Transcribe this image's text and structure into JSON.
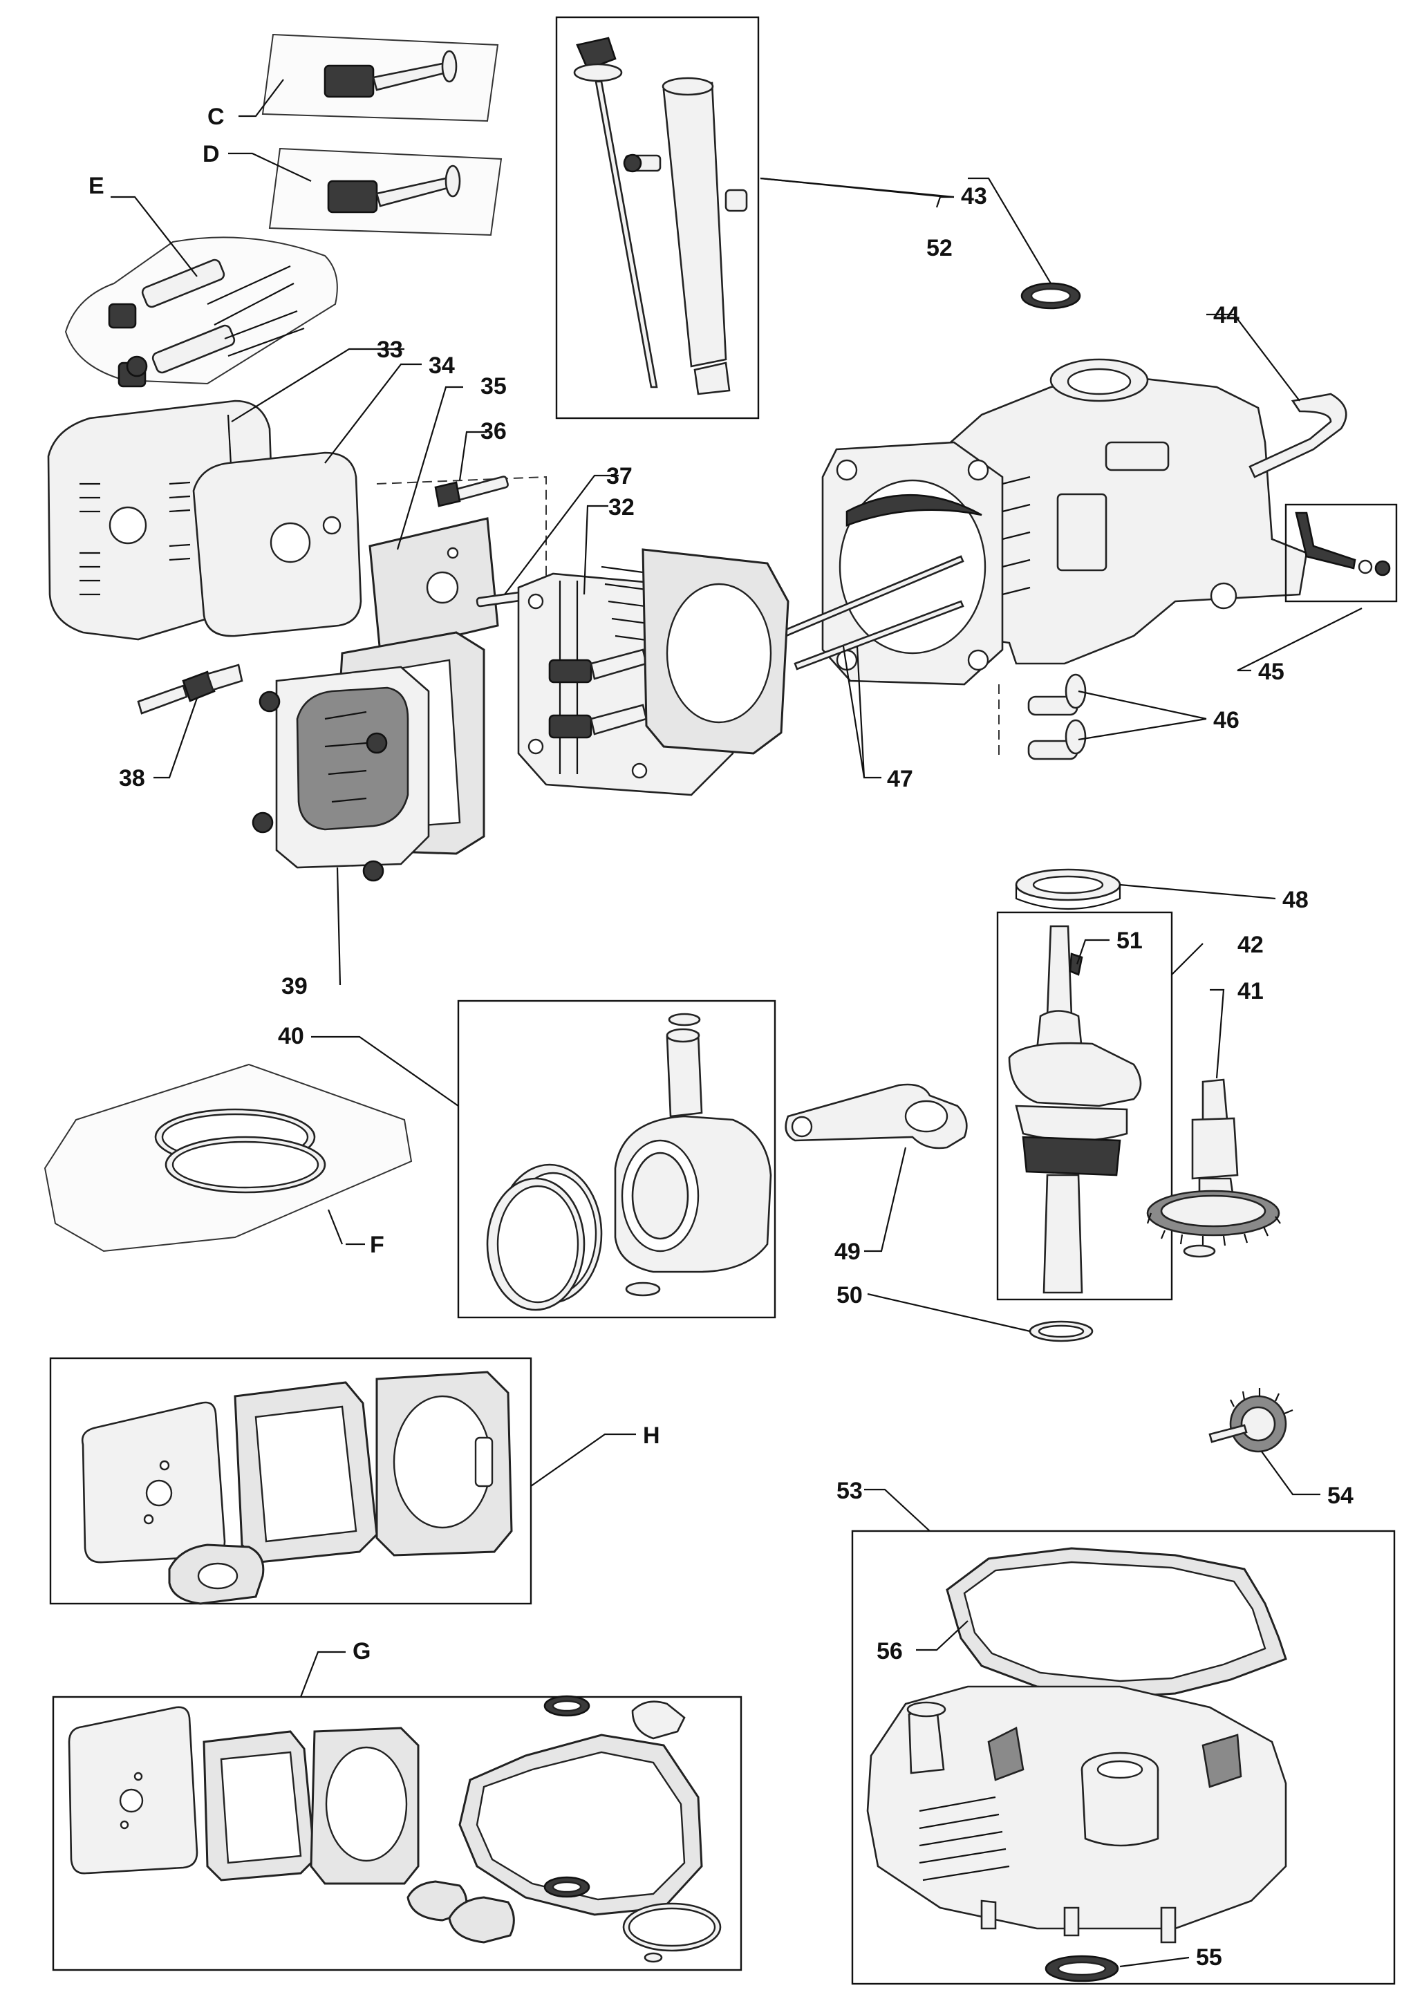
{
  "labels": {
    "C": "C",
    "D": "D",
    "E": "E",
    "F": "F",
    "G": "G",
    "H": "H",
    "p32": "32",
    "p33": "33",
    "p34": "34",
    "p35": "35",
    "p36": "36",
    "p37": "37",
    "p38": "38",
    "p39": "39",
    "p40": "40",
    "p41": "41",
    "p42": "42",
    "p43": "43",
    "p44": "44",
    "p45": "45",
    "p46": "46",
    "p47": "47",
    "p48": "48",
    "p49": "49",
    "p50": "50",
    "p51": "51",
    "p52": "52",
    "p53": "53",
    "p54": "54",
    "p55": "55",
    "p56": "56"
  },
  "colors": {
    "line": "#111111",
    "part_fill": "#f2f2f2",
    "dark_fill": "#3a3a3a"
  }
}
